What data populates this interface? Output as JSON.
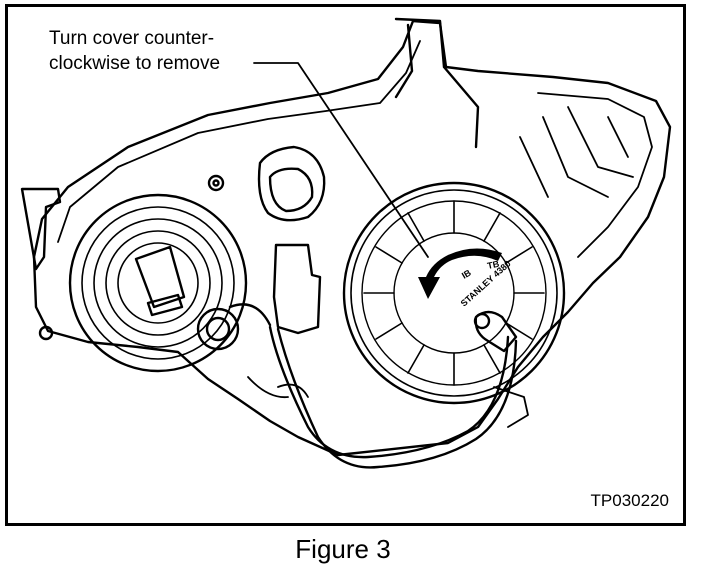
{
  "callout": {
    "line1": "Turn cover counter-",
    "line2": "clockwise to remove"
  },
  "cover_stamp": "STANLEY 4380",
  "cover_marks": {
    "left": "IB",
    "right": "TB"
  },
  "figure_code": "TP030220",
  "caption": "Figure 3"
}
